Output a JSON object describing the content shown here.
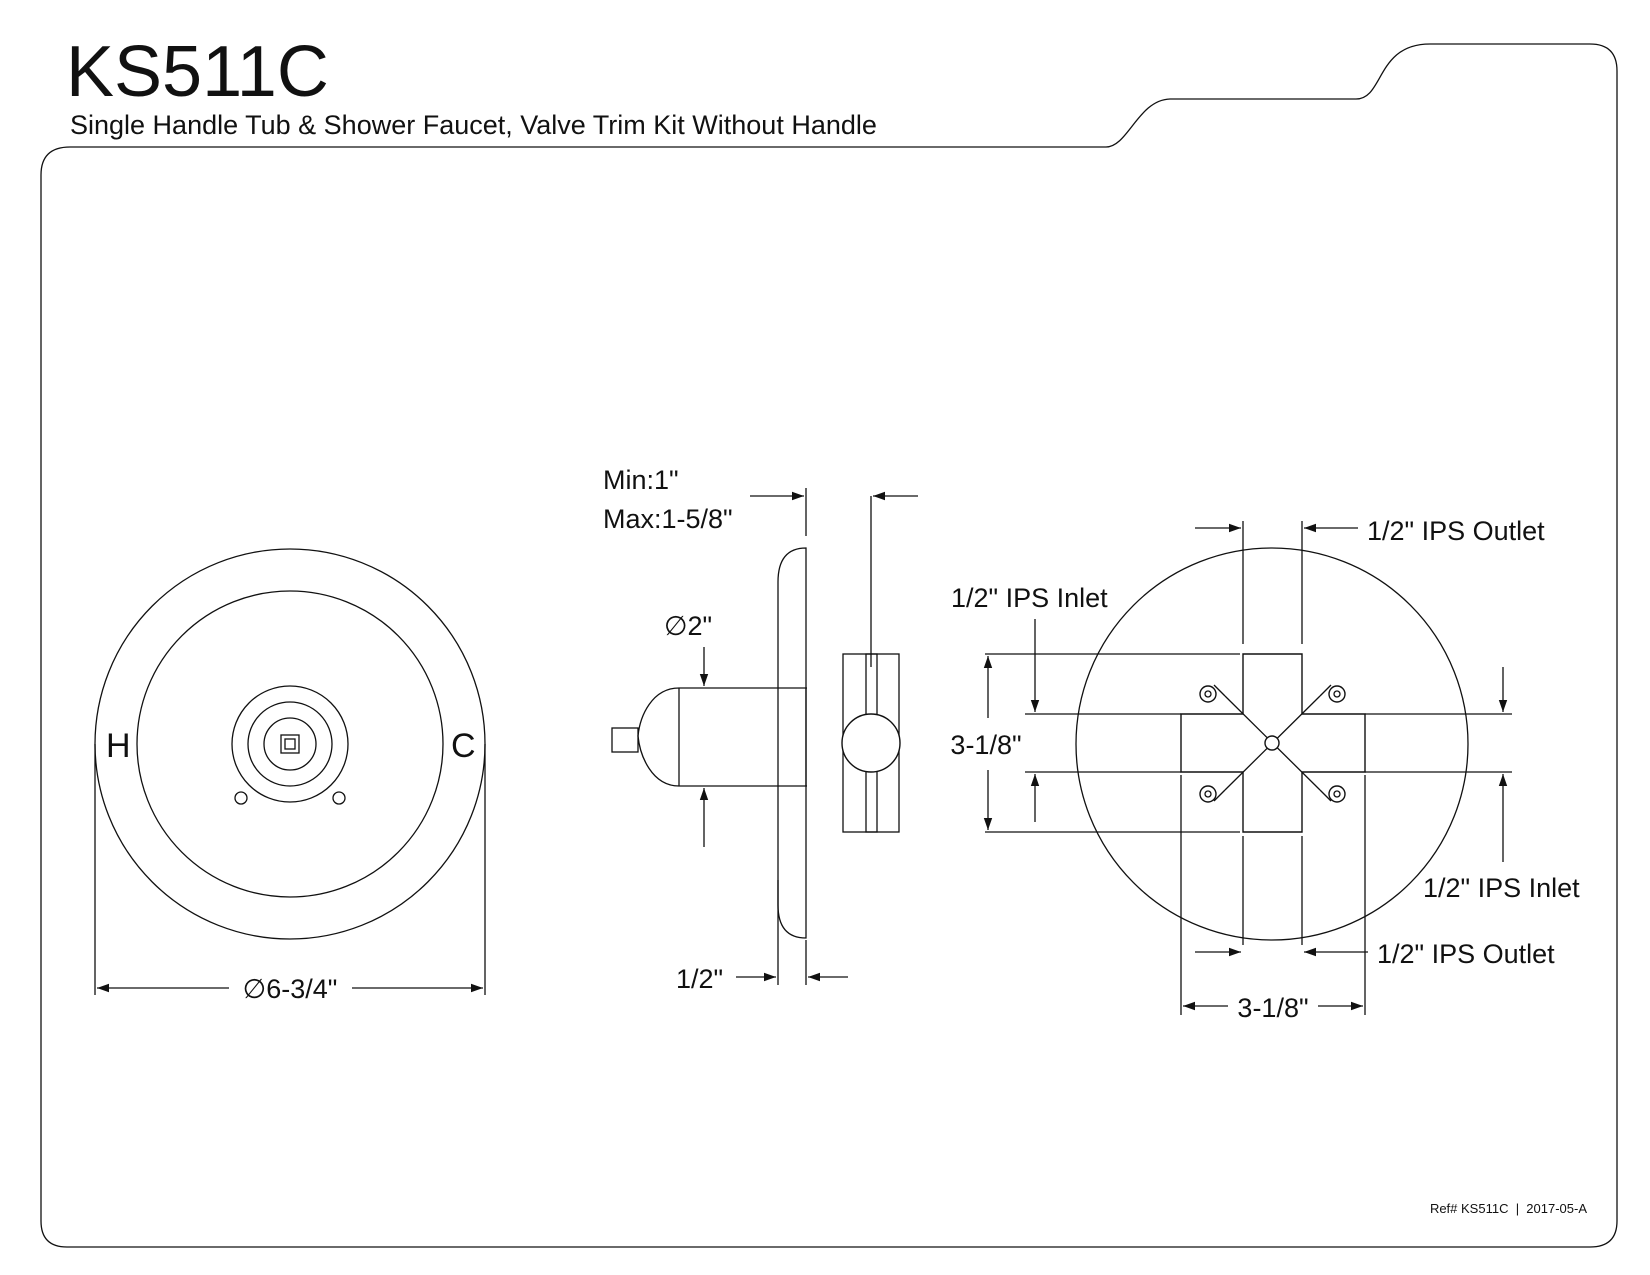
{
  "header": {
    "model": "KS511C",
    "subtitle": "Single Handle Tub & Shower Faucet, Valve Trim Kit Without Handle"
  },
  "front_view": {
    "hot_mark": "H",
    "cold_mark": "C",
    "diameter_label": "∅6-3/4\""
  },
  "side_view": {
    "depth_min": "Min:1\"",
    "depth_max": "Max:1-5/8\"",
    "sleeve_diameter": "∅2\"",
    "plate_thickness": "1/2\""
  },
  "valve_view": {
    "outlet_top": "1/2\" IPS Outlet",
    "inlet_left": "1/2\" IPS Inlet",
    "height_label": "3-1/8\"",
    "inlet_right": "1/2\" IPS Inlet",
    "outlet_bottom": "1/2\" IPS Outlet",
    "width_label": "3-1/8\""
  },
  "footer": {
    "reference": "Ref# KS511C  |  2017-05-A"
  }
}
